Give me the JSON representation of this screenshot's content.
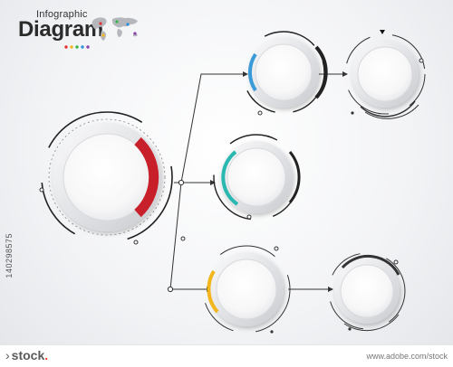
{
  "header": {
    "subtitle": "Infographic",
    "title": "Diagram"
  },
  "colors": {
    "red": "#c8202b",
    "blue": "#3a9bd8",
    "teal": "#29b8b0",
    "yellow": "#f2b61c",
    "line": "#333333",
    "dots": [
      "#e5323a",
      "#f2b61c",
      "#3bb34a",
      "#2f8fd6",
      "#8e44ad"
    ]
  },
  "watermark": {
    "brand": "stock",
    "id": "140298575",
    "url": "www.adobe.com/stock"
  }
}
